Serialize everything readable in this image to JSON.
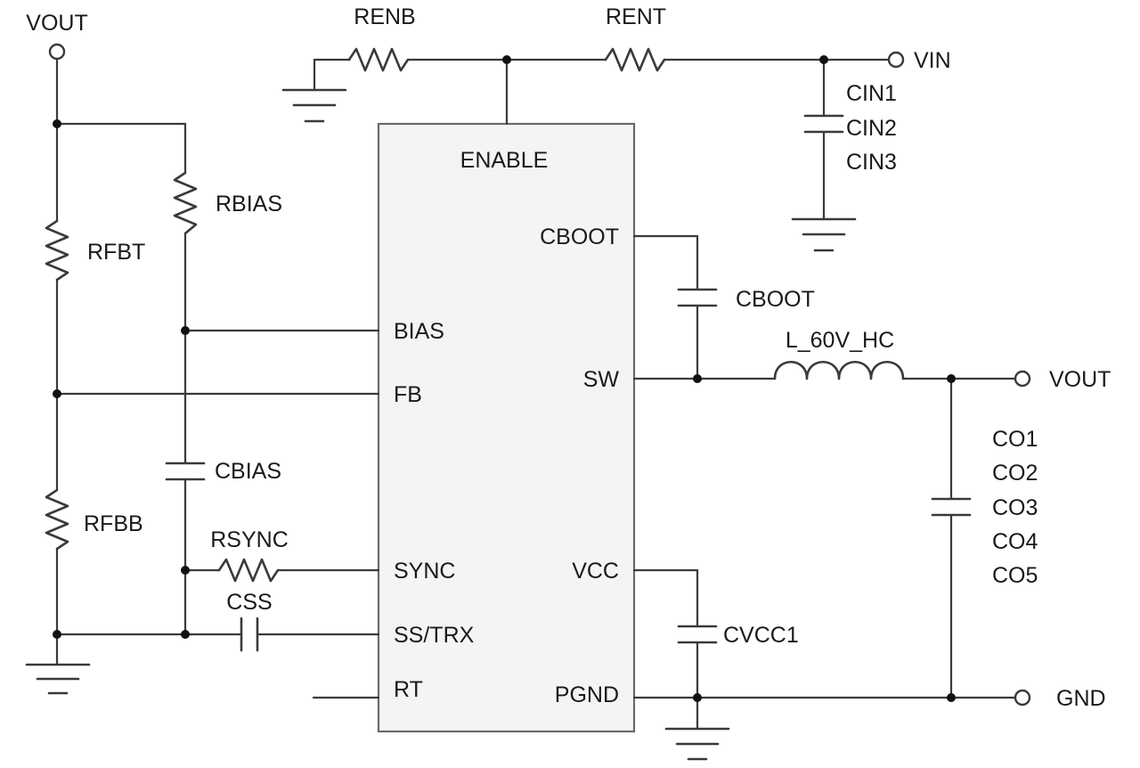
{
  "ic": {
    "pins": {
      "enable": "ENABLE",
      "cboot": "CBOOT",
      "bias": "BIAS",
      "fb": "FB",
      "sw": "SW",
      "sync": "SYNC",
      "vcc": "VCC",
      "ss_trk": "SS/TRX",
      "rt": "RT",
      "pgnd": "PGND"
    }
  },
  "terminals": {
    "vout_left": "VOUT",
    "vin": "VIN",
    "vout_right": "VOUT",
    "gnd": "GND"
  },
  "components": {
    "renb": "RENB",
    "rent": "RENT",
    "cin": [
      "CIN1",
      "CIN2",
      "CIN3"
    ],
    "rbias": "RBIAS",
    "rfbt": "RFBT",
    "rfbb": "RFBB",
    "cbias": "CBIAS",
    "rsync": "RSYNC",
    "css": "CSS",
    "cboot": "CBOOT",
    "inductor": "L_60V_HC",
    "co": [
      "CO1",
      "CO2",
      "CO3",
      "CO4",
      "CO5"
    ],
    "cvcc": "CVCC1"
  }
}
